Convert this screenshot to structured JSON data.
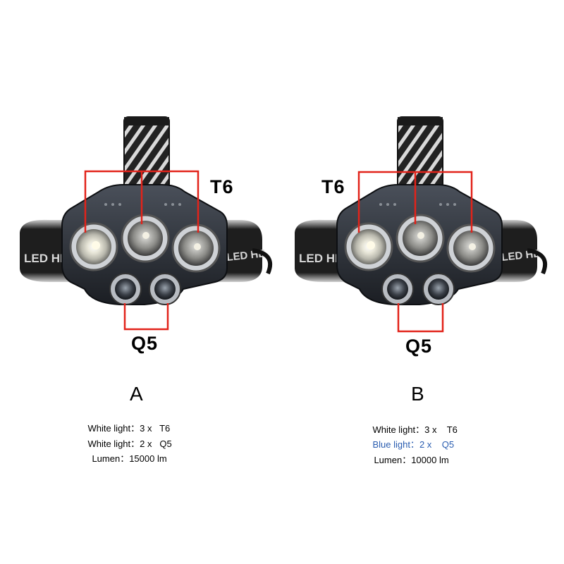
{
  "colors": {
    "callout_red": "#e2231a",
    "blue_text": "#2a5db0",
    "headband": "#1c1c1c",
    "housing": "#2b2f36"
  },
  "icons": {
    "headband": "headband-icon",
    "lens": "led-lens-icon"
  },
  "variants": [
    {
      "letter": "A",
      "band_text": "LED HEADL",
      "band_text_right": "LED HE",
      "callout_top": "T6",
      "callout_bottom": "Q5",
      "specs": [
        {
          "label": "White light：",
          "value": "3 x   T6"
        },
        {
          "label": "White light：",
          "value": "2 x   Q5"
        },
        {
          "label": "Lumen：",
          "value": "15000 lm"
        }
      ]
    },
    {
      "letter": "B",
      "band_text": "LED HEADL",
      "band_text_right": "LED HE",
      "callout_top": "T6",
      "callout_bottom": "Q5",
      "specs": [
        {
          "label": "White light：",
          "value": "3 x    T6"
        },
        {
          "label": "Blue light：",
          "value": "2 x    Q5"
        },
        {
          "label": "Lumen：",
          "value": "10000 lm"
        }
      ]
    }
  ]
}
